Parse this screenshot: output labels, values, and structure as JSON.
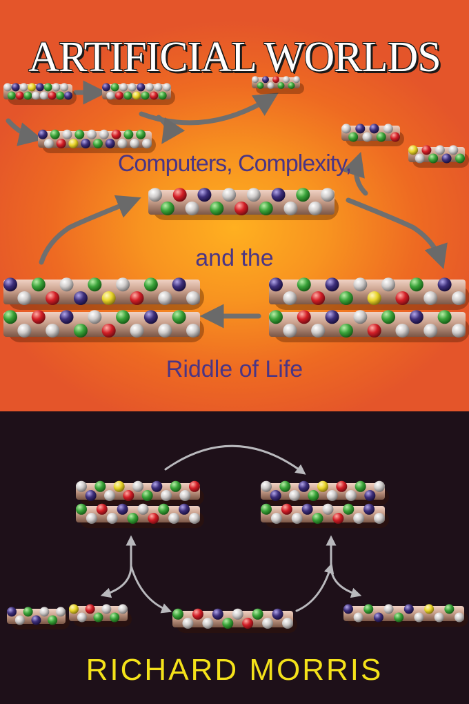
{
  "cover": {
    "title": "ARTIFICIAL WORLDS",
    "subtitle_line1": "Computers, Complexity,",
    "subtitle_line2": "and the",
    "subtitle_line3": "Riddle of Life",
    "author": "RICHARD MORRIS"
  },
  "colors": {
    "top_background": "#ee6a22",
    "top_glow": "#ffb020",
    "bottom_background": "#1e1019",
    "title_color": "#ffffff",
    "subtitle_color": "#4a3585",
    "author_color": "#f4e21a",
    "rod_color": "#c9a08c",
    "bead_colors": [
      "#e8e4e2",
      "#3aa33a",
      "#d21e26",
      "#3d2f7a",
      "#e8d52a"
    ]
  }
}
